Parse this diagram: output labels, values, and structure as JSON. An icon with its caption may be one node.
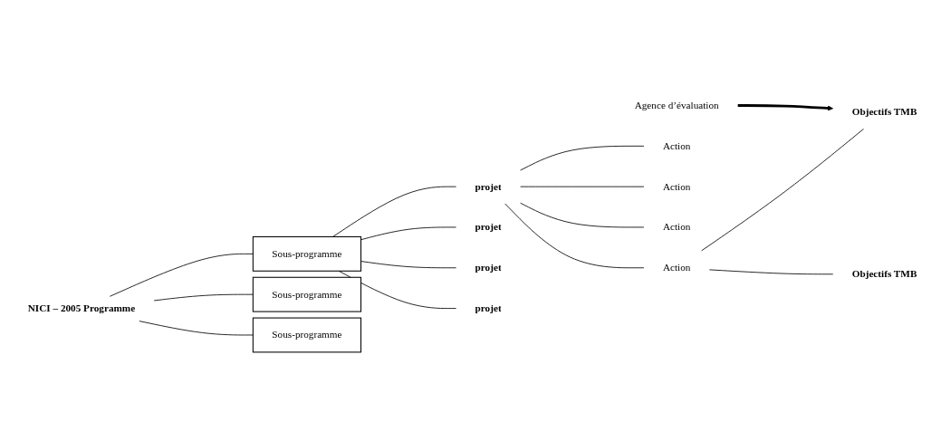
{
  "diagram": {
    "nodes": [
      {
        "text": [
          "NICI – 2005 Programme"
        ]
      },
      {
        "text": [
          "Sous-programme"
        ]
      },
      {
        "text": [
          "Sous-programme"
        ]
      },
      {
        "text": [
          "Sous-programme"
        ]
      },
      {
        "text": [
          "projet"
        ]
      },
      {
        "text": [
          "projet"
        ]
      },
      {
        "text": [
          "projet"
        ]
      },
      {
        "text": [
          "projet"
        ]
      },
      {
        "text": [
          "Action"
        ]
      },
      {
        "text": [
          "Action"
        ]
      },
      {
        "text": [
          "Action"
        ]
      },
      {
        "text": [
          "Action"
        ]
      },
      {
        "text": [
          "Objectifs TMB"
        ]
      },
      {
        "text": [
          "Objectifs TMB"
        ]
      },
      {
        "text": [
          "Agence d’évaluation"
        ]
      }
    ],
    "edges": [
      {
        "from": 0,
        "to": 1,
        "arrow": "none"
      },
      {
        "from": 0,
        "to": 2,
        "arrow": "none"
      },
      {
        "from": 0,
        "to": 3,
        "arrow": "none"
      },
      {
        "from": 1,
        "to": 4,
        "arrow": "none"
      },
      {
        "from": 1,
        "to": 5,
        "arrow": "none"
      },
      {
        "from": 1,
        "to": 6,
        "arrow": "none"
      },
      {
        "from": 1,
        "to": 7,
        "arrow": "none"
      },
      {
        "from": 4,
        "to": 8,
        "arrow": "none"
      },
      {
        "from": 4,
        "to": 9,
        "arrow": "none"
      },
      {
        "from": 4,
        "to": 10,
        "arrow": "none"
      },
      {
        "from": 4,
        "to": 11,
        "arrow": "none"
      },
      {
        "from": 8,
        "to": 12,
        "arrow": "none"
      },
      {
        "from": 8,
        "to": 13,
        "arrow": "none"
      },
      {
        "from": 14,
        "to": 12,
        "arrow": "to",
        "style": "thick"
      }
    ]
  }
}
